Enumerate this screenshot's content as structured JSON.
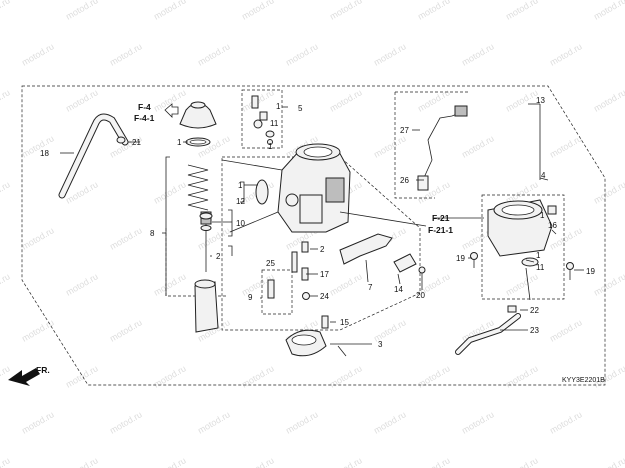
{
  "watermark": "motod.ru",
  "diagram_code": "KYY3E2201B",
  "front_label": "FR.",
  "references": [
    "F-4",
    "F-4-1",
    "F-21",
    "F-21-1"
  ],
  "callouts": [
    "1",
    "2",
    "3",
    "4",
    "5",
    "7",
    "8",
    "9",
    "10",
    "11",
    "12",
    "13",
    "14",
    "15",
    "16",
    "17",
    "18",
    "19",
    "20",
    "21",
    "22",
    "23",
    "24",
    "25",
    "26",
    "27"
  ]
}
